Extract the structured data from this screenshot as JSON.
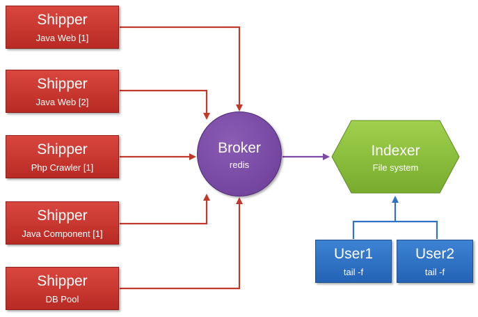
{
  "shippers": [
    {
      "title": "Shipper",
      "subtitle": "Java Web [1]"
    },
    {
      "title": "Shipper",
      "subtitle": "Java Web [2]"
    },
    {
      "title": "Shipper",
      "subtitle": "Php Crawler [1]"
    },
    {
      "title": "Shipper",
      "subtitle": "Java Component [1]"
    },
    {
      "title": "Shipper",
      "subtitle": "DB Pool"
    }
  ],
  "broker": {
    "title": "Broker",
    "subtitle": "redis"
  },
  "indexer": {
    "title": "Indexer",
    "subtitle": "File system"
  },
  "users": [
    {
      "title": "User1",
      "subtitle": "tail -f"
    },
    {
      "title": "User2",
      "subtitle": "tail -f"
    }
  ],
  "colors": {
    "shipper": "#c6352e",
    "broker": "#7a4aa6",
    "indexer": "#8cbf3f",
    "user": "#2f72c4",
    "arrow_red": "#c0392b",
    "arrow_purple": "#7a4aa6",
    "arrow_blue": "#2f72c4"
  }
}
